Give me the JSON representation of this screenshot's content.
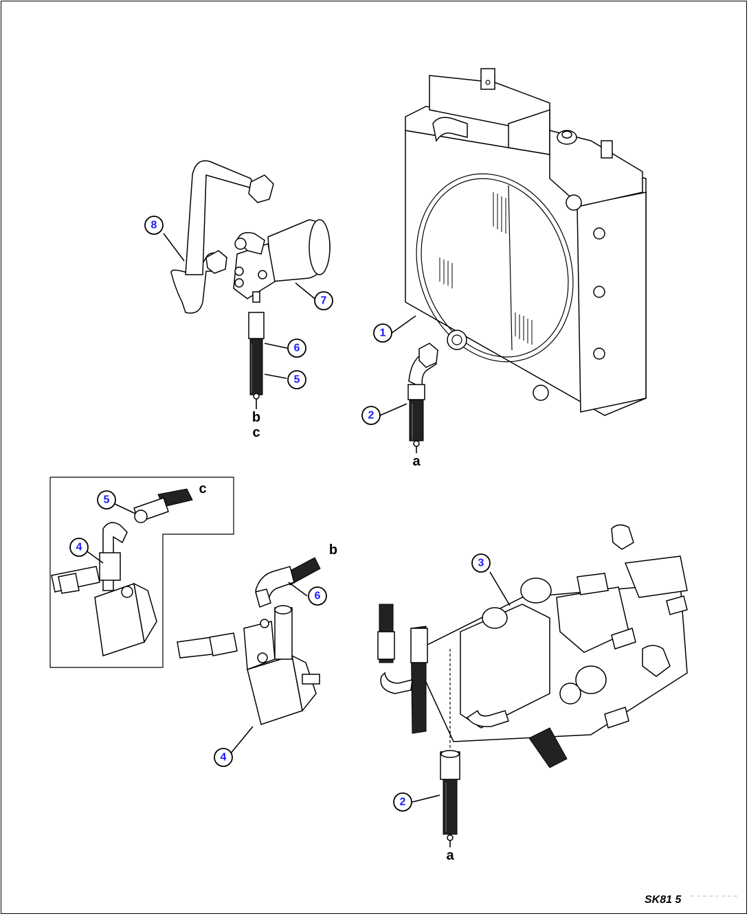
{
  "callouts": [
    {
      "id": "c1",
      "label": "1"
    },
    {
      "id": "c2a",
      "label": "2"
    },
    {
      "id": "c2b",
      "label": "2"
    },
    {
      "id": "c3",
      "label": "3"
    },
    {
      "id": "c4a",
      "label": "4"
    },
    {
      "id": "c4b",
      "label": "4"
    },
    {
      "id": "c5a",
      "label": "5"
    },
    {
      "id": "c5b",
      "label": "5"
    },
    {
      "id": "c6a",
      "label": "6"
    },
    {
      "id": "c6b",
      "label": "6"
    },
    {
      "id": "c7",
      "label": "7"
    },
    {
      "id": "c8",
      "label": "8"
    }
  ],
  "connections": {
    "a_top": "a",
    "a_bottom": "a",
    "b_top": "b",
    "b_bottom": "b",
    "c_top": "c",
    "c_inset": "c"
  },
  "drawing_code": "SK81 5",
  "colors": {
    "callout_text": "#1a1aff",
    "line": "#000000"
  }
}
